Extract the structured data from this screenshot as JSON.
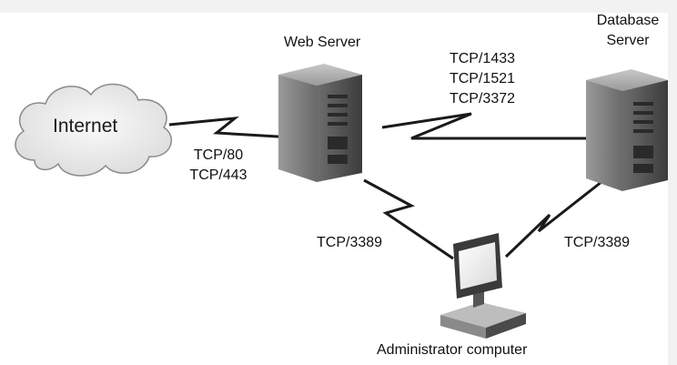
{
  "nodes": {
    "internet": {
      "label": "Internet"
    },
    "web_server": {
      "label": "Web Server"
    },
    "database_server": {
      "label_lines": [
        "Database",
        "Server"
      ]
    },
    "admin_computer": {
      "label": "Administrator computer"
    }
  },
  "links": {
    "internet_to_web": {
      "ports": [
        "TCP/80",
        "TCP/443"
      ]
    },
    "web_to_database": {
      "ports": [
        "TCP/1433",
        "TCP/1521",
        "TCP/3372"
      ]
    },
    "admin_to_web": {
      "ports": [
        "TCP/3389"
      ]
    },
    "admin_to_database": {
      "ports": [
        "TCP/3389"
      ]
    }
  },
  "colors": {
    "background": "#ffffff",
    "frame": "#f2f2f2",
    "line": "#1a1a1a",
    "server_dark": "#3a3a3a",
    "server_light": "#7a7a7a",
    "cloud_fill": "#f0f0f0",
    "cloud_stroke": "#8a8a8a"
  }
}
